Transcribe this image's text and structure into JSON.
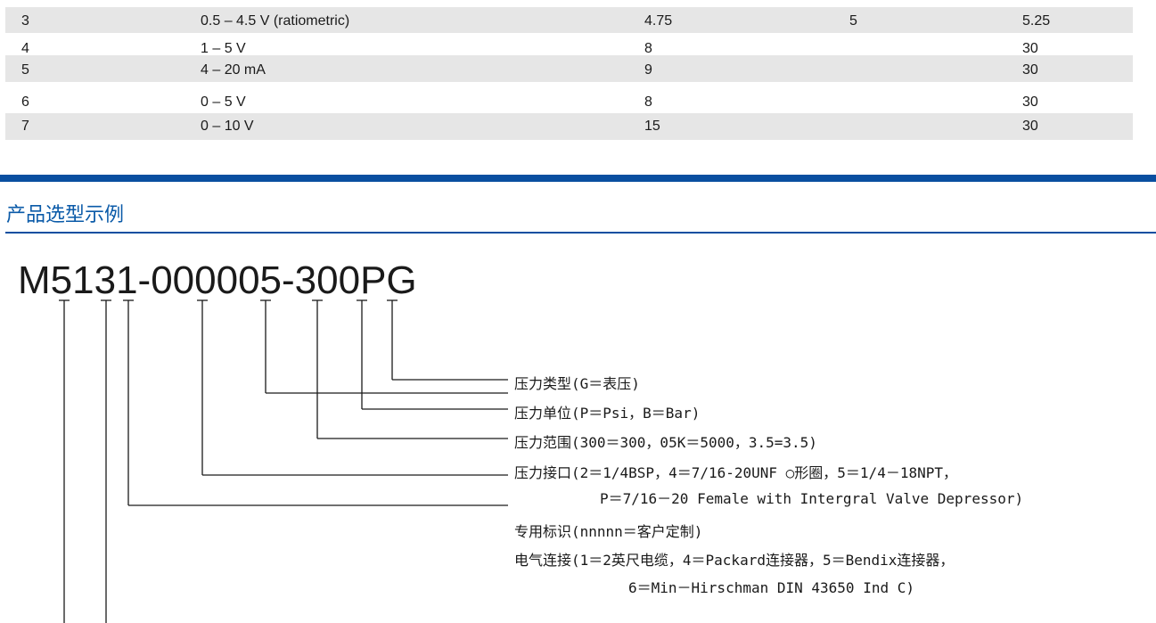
{
  "table": {
    "rows": [
      {
        "code": "3",
        "output": "0.5 – 4.5 V (ratiometric)",
        "min": "4.75",
        "typ": "5",
        "max": "5.25"
      },
      {
        "code": "4",
        "output": "1 – 5 V",
        "min": "8",
        "typ": "",
        "max": "30"
      },
      {
        "code": "5",
        "output": "4 – 20 mA",
        "min": "9",
        "typ": "",
        "max": "30"
      },
      {
        "code": "6",
        "output": "0 – 5 V",
        "min": "8",
        "typ": "",
        "max": "30"
      },
      {
        "code": "7",
        "output": "0 – 10 V",
        "min": "15",
        "typ": "",
        "max": "30"
      }
    ]
  },
  "section": {
    "title": "产品选型示例"
  },
  "model_code": "M5131-000005-300PG",
  "legend": {
    "pressure_type": "压力类型(G＝表压)",
    "pressure_unit": "压力单位(P＝Psi，B＝Bar)",
    "pressure_range": "压力范围(300＝300，05K＝5000，3.5=3.5)",
    "pressure_port_1": "压力接口(2＝1/4BSP，4＝7/16-20UNF ○形圈，5＝1/4－18NPT，",
    "pressure_port_2": "P＝7/16－20 Female with Intergral Valve Depressor)",
    "custom_id": "专用标识(nnnnn＝客户定制)",
    "electrical_1": "电气连接(1＝2英尺电缆，4＝Packard连接器，5＝Bendix连接器，",
    "electrical_2": "6＝Min－Hirschman DIN 43650 Ind C)"
  }
}
